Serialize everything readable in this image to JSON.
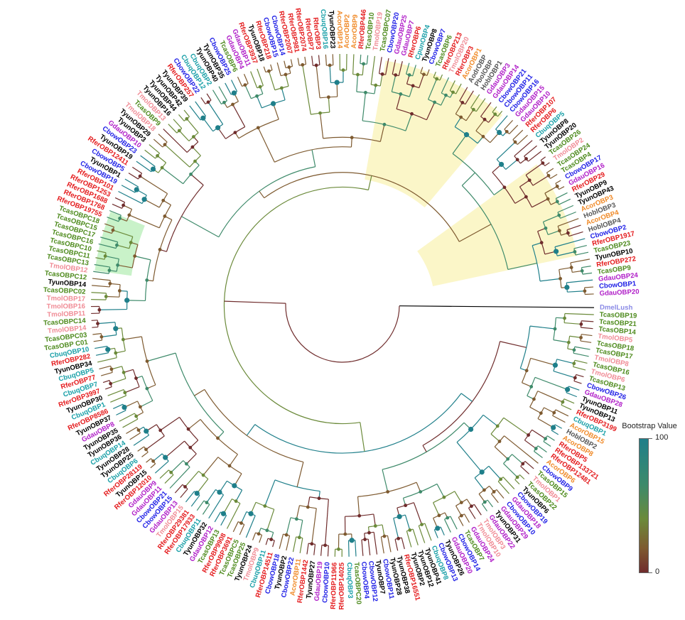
{
  "legend": {
    "title": "Bootstrap Value",
    "max_label": "100",
    "min_label": "0",
    "gradient_colors": [
      "#1f7f8a",
      "#3e8a6a",
      "#6b8a3a",
      "#7e5a30",
      "#6f2c2c"
    ]
  },
  "species_colors": {
    "Rfer": "#e41a1c",
    "Tyun": "#000000",
    "Tcas": "#4d8a1c",
    "Tmol": "#f08c96",
    "Cbow": "#1f1fe6",
    "Cbuq": "#1aa0a8",
    "Gdau": "#b01fc8",
    "Acor": "#f08a28",
    "Hobl": "#555555",
    "Dmel": "#8a8ae6",
    "Cpun": "#1aa0a8",
    "Pbol": "#555555",
    "Aodr": "#555555"
  },
  "highlight_colors": {
    "yellow": "#fbf6c8",
    "green": "#c9f2c9"
  },
  "leaves": [
    "DmelLush",
    "TcasOBP19",
    "TcasOBP21",
    "TcasOBP14",
    "TmolOBP5",
    "TcasOBP18",
    "TcasOBP17",
    "TmolOBP8",
    "TcasOBP16",
    "TmolOBP6",
    "TcasOBP13",
    "CbowOBP26",
    "GdauOBP28",
    "TyunOBP11",
    "TyunOBP13",
    "RferOBP3199",
    "CbuqOBP1",
    "AcorOBP15",
    "HoblOBP2",
    "AcorOBP8",
    "RferOBP5",
    "RferOBP133721",
    "RferOBP12481",
    "AcorOBP6",
    "CbowOBP9",
    "TcasOBP15",
    "TmolOBP1",
    "TcasOBP22",
    "TyunOBP6",
    "CbowOBP19",
    "GdauOBP18",
    "CbowOBP10",
    "GdauOBP29",
    "TyunOBP31",
    "GdauOBP22",
    "TmolOBP3",
    "TmolOBP10",
    "GdauOBP24",
    "TcasOBP7",
    "CbowOBP14",
    "GdauOBP20",
    "TyunOBP26",
    "CbowOBP13",
    "CbuqOBP8",
    "TyunOBP41",
    "TyunOBP12",
    "TyunOBP2",
    "RferOBP16551",
    "TyunOBP38",
    "TyunOBP28",
    "CbowOBP11",
    "TyunOBP7",
    "CbowOBP12",
    "CbowOBP4",
    "TcasOBPC20",
    "CbuqOBP3",
    "RferOBP14025",
    "RferOBP11966",
    "CbowOBP10",
    "GdauOBP19",
    "TyunOBP27",
    "RferOBP1442",
    "AcorOBP11",
    "CbowOBP22",
    "TyunOBP2",
    "CbowOBP18",
    "RferOBP14511",
    "CbuqOBP11",
    "TmolOBP9",
    "TyunOBP24",
    "TcasOBP25",
    "TcasOBPC5",
    "RferOBP3691",
    "RferOBP9908",
    "TcasOBP13",
    "GdauOBP12",
    "TyunOBP32",
    "CbuqOBP11",
    "RferOBP17933",
    "RferOBP29381",
    "TmolOBP15",
    "GdauOBP13",
    "CbowOBP15",
    "CbowOBP21",
    "GdauOBP11",
    "GdauOBP9",
    "RferOBP12010",
    "TyunOBP15",
    "RferOBP28119",
    "CbuqOBP6",
    "TyunOBP25",
    "TyunOBP28",
    "CbuqOBP14",
    "TyunOBP36",
    "TyunOBP35",
    "GdauOBP8",
    "TyunOBP37",
    "RferOBP8586",
    "CbuqOBP1",
    "TyunOBP30",
    "RferOBP3997",
    "CbuqOBP7",
    "RferOBP77",
    "CbuqOBP5",
    "TyunOBP34",
    "RferOBP282",
    "CbuqOBP10",
    "TcasOBP C01",
    "TcasOBPC03",
    "TmolOBP14",
    "TcasOBPC14",
    "TmolOBP11",
    "TmolOBP16",
    "TmolOBP17",
    "TcasOBPC02",
    "TyunOBP14",
    "TcasOBPC12",
    "TmolOBP12",
    "TcasOBPC13",
    "TcasOBPC11",
    "TcasOBPC10",
    "TcasOBPC16",
    "TcasOBPC17",
    "TcasOBPC15",
    "TcasOBPC18",
    "RferOBP19755",
    "RferOBP1768",
    "RferOBP1688",
    "RferOBP1253",
    "RferOBP101",
    "CbowOBP19",
    "TyunOBP1",
    "CbowOBP5",
    "RferOBP12411",
    "TyunOBP19",
    "CbowOBP23",
    "GdauOBP10",
    "TyunOBP3",
    "TyunOBP29",
    "TmolOBP18",
    "TcasOBP9",
    "TmolOBP13",
    "TyunOBP16",
    "TyunOBP44",
    "TyunOBP42",
    "TyunOBP39",
    "RferOBP257",
    "CbowOBP22",
    "CbuqOBP12",
    "CbuqOBP2",
    "TyunOBP40",
    "TyunOBP35",
    "CbowOBP25",
    "TcasOBP6",
    "GdauOBP4",
    "GdauOBP11",
    "RferOBP3937",
    "TyunOBP18",
    "RferOBP218",
    "CbowOBP15",
    "CbowOBP14",
    "RferOBP2007",
    "RferOBP981",
    "RferOBP2074",
    "RferOBP7",
    "RferOBP3",
    "CbuqOBP16",
    "TyunOBP23",
    "AcorOBP14",
    "AcorOBP2",
    "AcorOBP9",
    "RferOBP446",
    "TcasOBP10",
    "TmolOBP19",
    "TcasOBPC07",
    "CbowOBP20",
    "GdauOBP25",
    "GdauOBP7",
    "RferOBP6",
    "CpunOBP4",
    "TyunOBP8",
    "CbowOBP7",
    "TcasOBP6",
    "RferOBP213",
    "TmolOBP20",
    "RferOBP3",
    "AcorOBP1",
    "AodrOBP",
    "PbolOBP",
    "HoblOBP1",
    "GdauOBP3",
    "GdauOBP14",
    "CbowOBP21",
    "CbowOBP11",
    "CbowOBP16",
    "GdauOBP15",
    "GdauOBP10",
    "RferOBP107",
    "RferOBP6",
    "CbuqOBP5",
    "TyunOBP8",
    "TyunOBP20",
    "TcasOBP26",
    "TmolOBP2",
    "TcasOBP24",
    "TcasOBP4",
    "CbowOBP17",
    "GdauOBP16",
    "RferOBP29",
    "TyunOBP9",
    "TyunOBP43",
    "AcorOBP3",
    "HoblOBP3",
    "AcorOBP4",
    "HoblOBP4",
    "CbowOBP2",
    "RferOBP1917",
    "TcasOBP23",
    "TyunOBP10",
    "RferOBP272",
    "TcasOBP9",
    "GdauOBP24",
    "CbowOBP1",
    "GdauOBP20"
  ]
}
